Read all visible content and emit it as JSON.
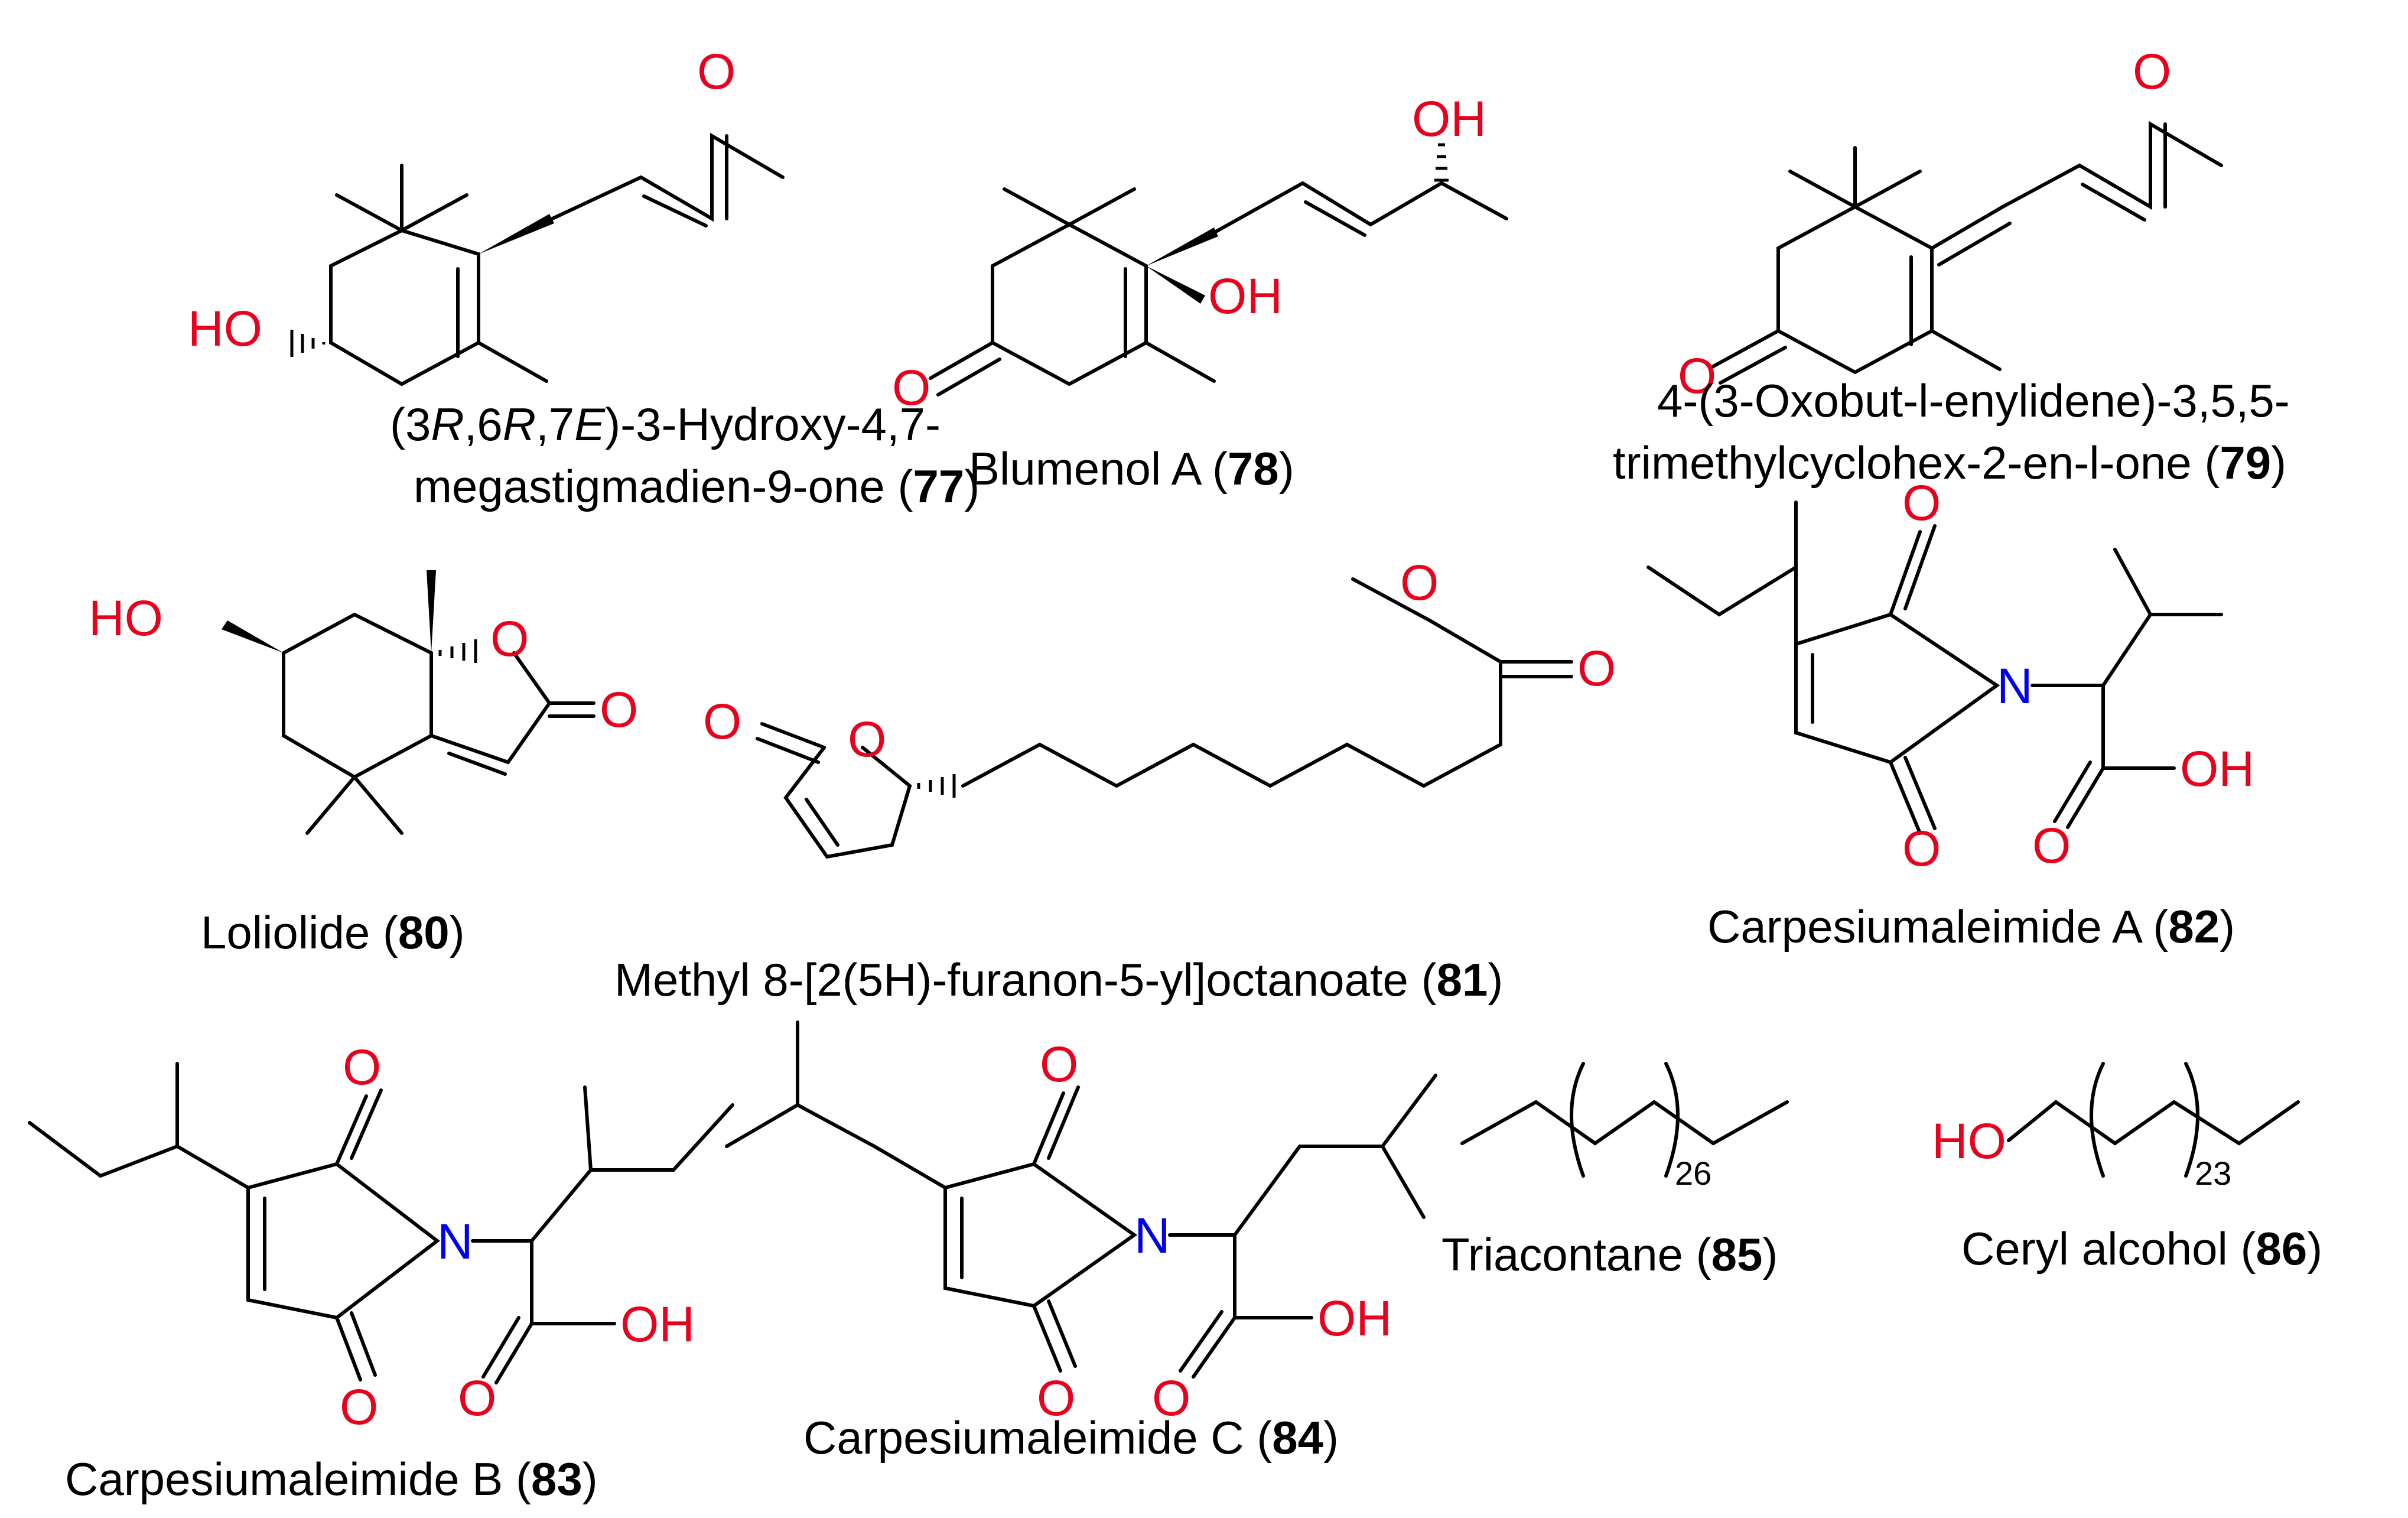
{
  "colors": {
    "oxygen": "#e8001c",
    "nitrogen": "#0000ee",
    "bond": "#000000",
    "text": "#000000"
  },
  "atoms": {
    "oxygen": "O",
    "hydroxyl": "OH",
    "hydroxyl_left": "HO",
    "nitrogen": "N"
  },
  "compounds": [
    {
      "id": "77",
      "line1_a": "(3",
      "line1_R1": "R",
      "line1_b": ",6",
      "line1_R2": "R",
      "line1_c": ",7",
      "line1_E": "E",
      "line1_d": ")-3-Hydroxy-4,7-",
      "line2": "megastigmadien-9-one (",
      "number": "77",
      "close": ")"
    },
    {
      "id": "78",
      "name": "Blumenol A (",
      "number": "78",
      "close": ")"
    },
    {
      "id": "79",
      "line1": "4-(3-Oxobut-l-enylidene)-3,5,5-",
      "line2": "trimethylcyclohex-2-en-l-one (",
      "number": "79",
      "close": ")"
    },
    {
      "id": "80",
      "name": "Loliolide (",
      "number": "80",
      "close": ")"
    },
    {
      "id": "81",
      "name": "Methyl 8-[2(5H)-furanon-5-yl]octanoate (",
      "number": "81",
      "close": ")"
    },
    {
      "id": "82",
      "name": "Carpesiumaleimide A (",
      "number": "82",
      "close": ")"
    },
    {
      "id": "83",
      "name": "Carpesiumaleimide B (",
      "number": "83",
      "close": ")"
    },
    {
      "id": "84",
      "name": "Carpesiumaleimide C (",
      "number": "84",
      "close": ")"
    },
    {
      "id": "85",
      "name": "Triacontane (",
      "number": "85",
      "close": ")",
      "repeat": "26"
    },
    {
      "id": "86",
      "name": "Ceryl alcohol (",
      "number": "86",
      "close": ")",
      "repeat": "23"
    }
  ]
}
